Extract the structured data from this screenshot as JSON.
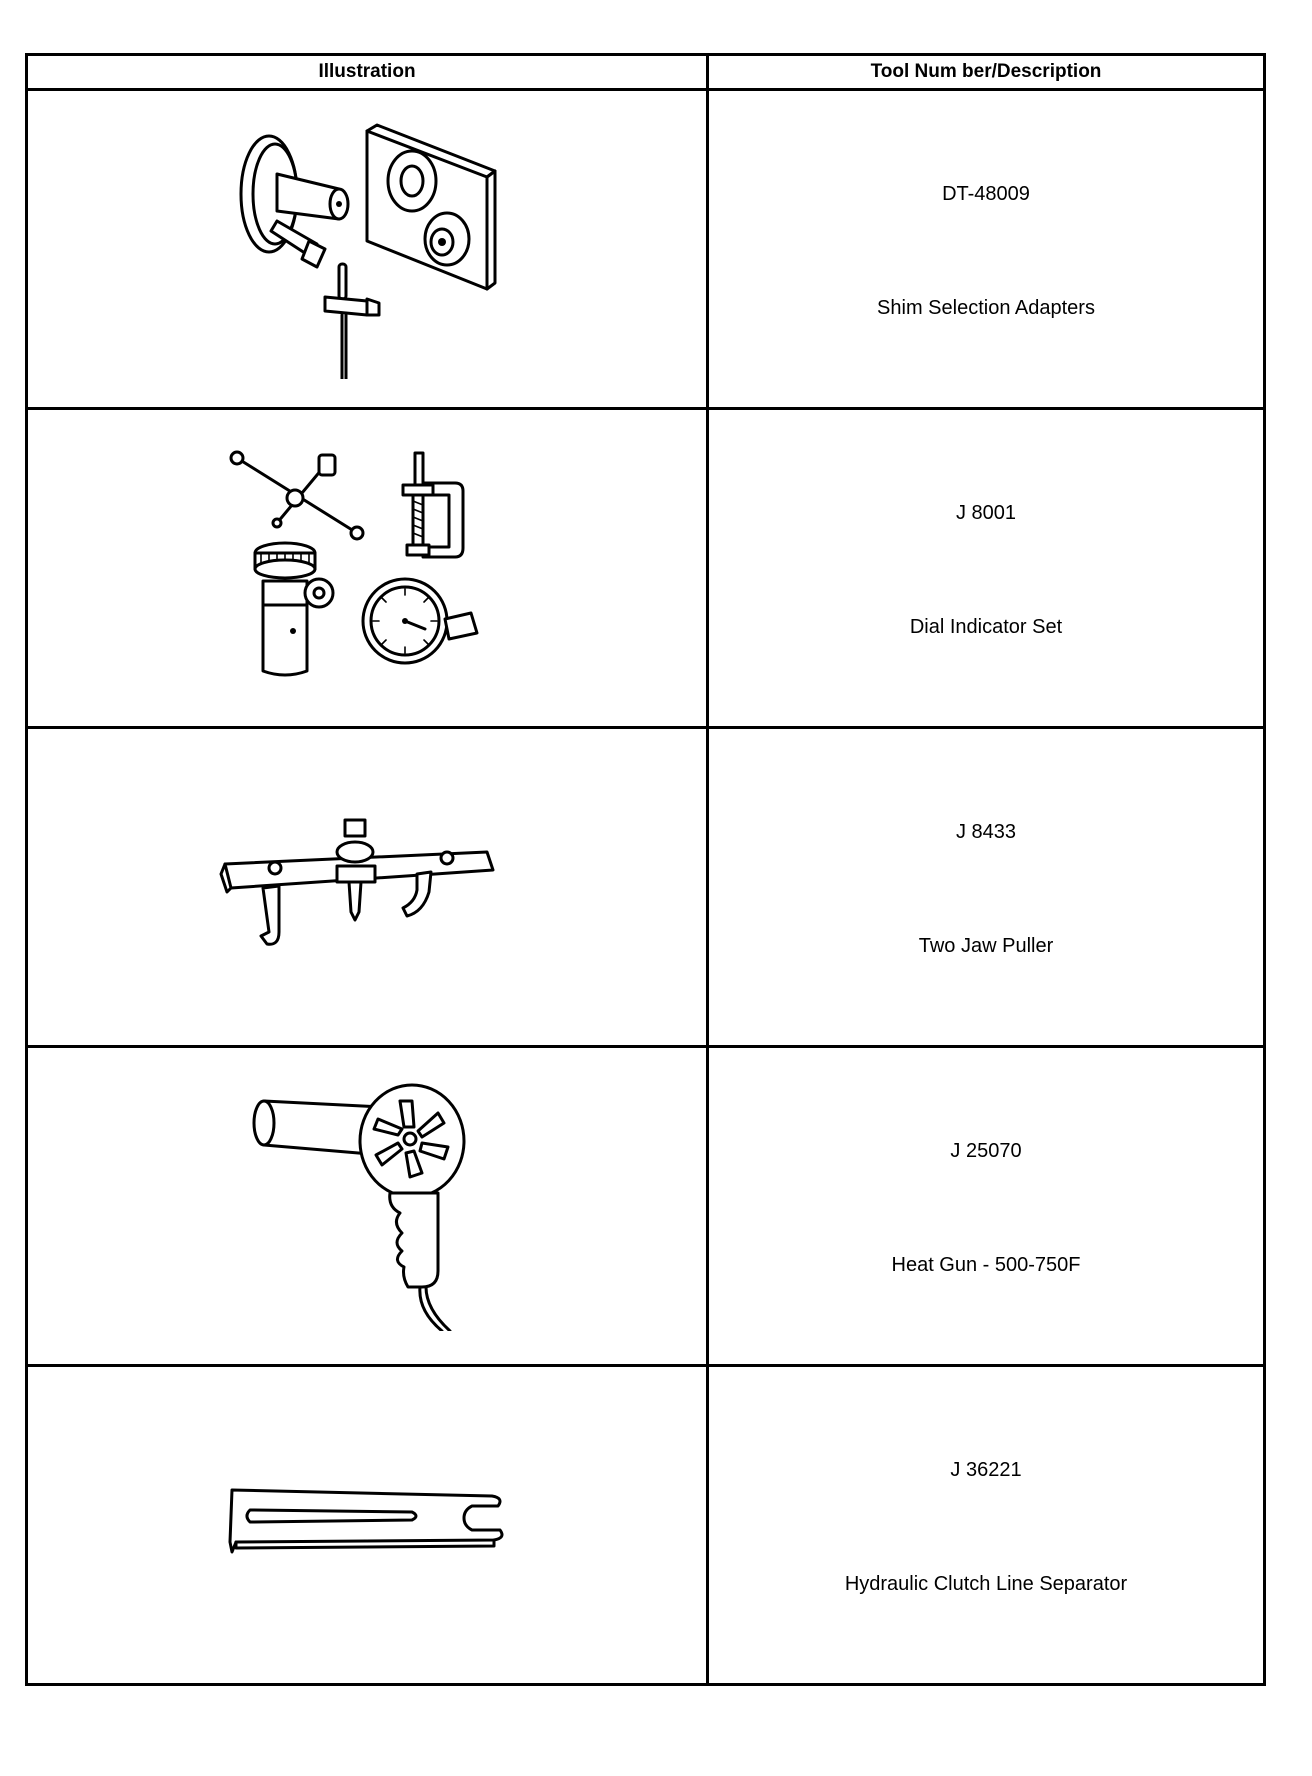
{
  "table": {
    "headers": {
      "illustration": "Illustration",
      "description": "Tool Num ber/Description"
    },
    "rows": [
      {
        "tool_number": "DT-48009",
        "description": "Shim Selection Adapters",
        "icon": "shim-selection-adapters-icon"
      },
      {
        "tool_number": "J 8001",
        "description": "Dial Indicator Set",
        "icon": "dial-indicator-set-icon"
      },
      {
        "tool_number": "J 8433",
        "description": "Two Jaw Puller",
        "icon": "two-jaw-puller-icon"
      },
      {
        "tool_number": "J 25070",
        "description": "Heat Gun - 500-750F",
        "icon": "heat-gun-icon"
      },
      {
        "tool_number": "J 36221",
        "description": "Hydraulic Clutch Line Separator",
        "icon": "clutch-line-separator-icon"
      }
    ]
  }
}
